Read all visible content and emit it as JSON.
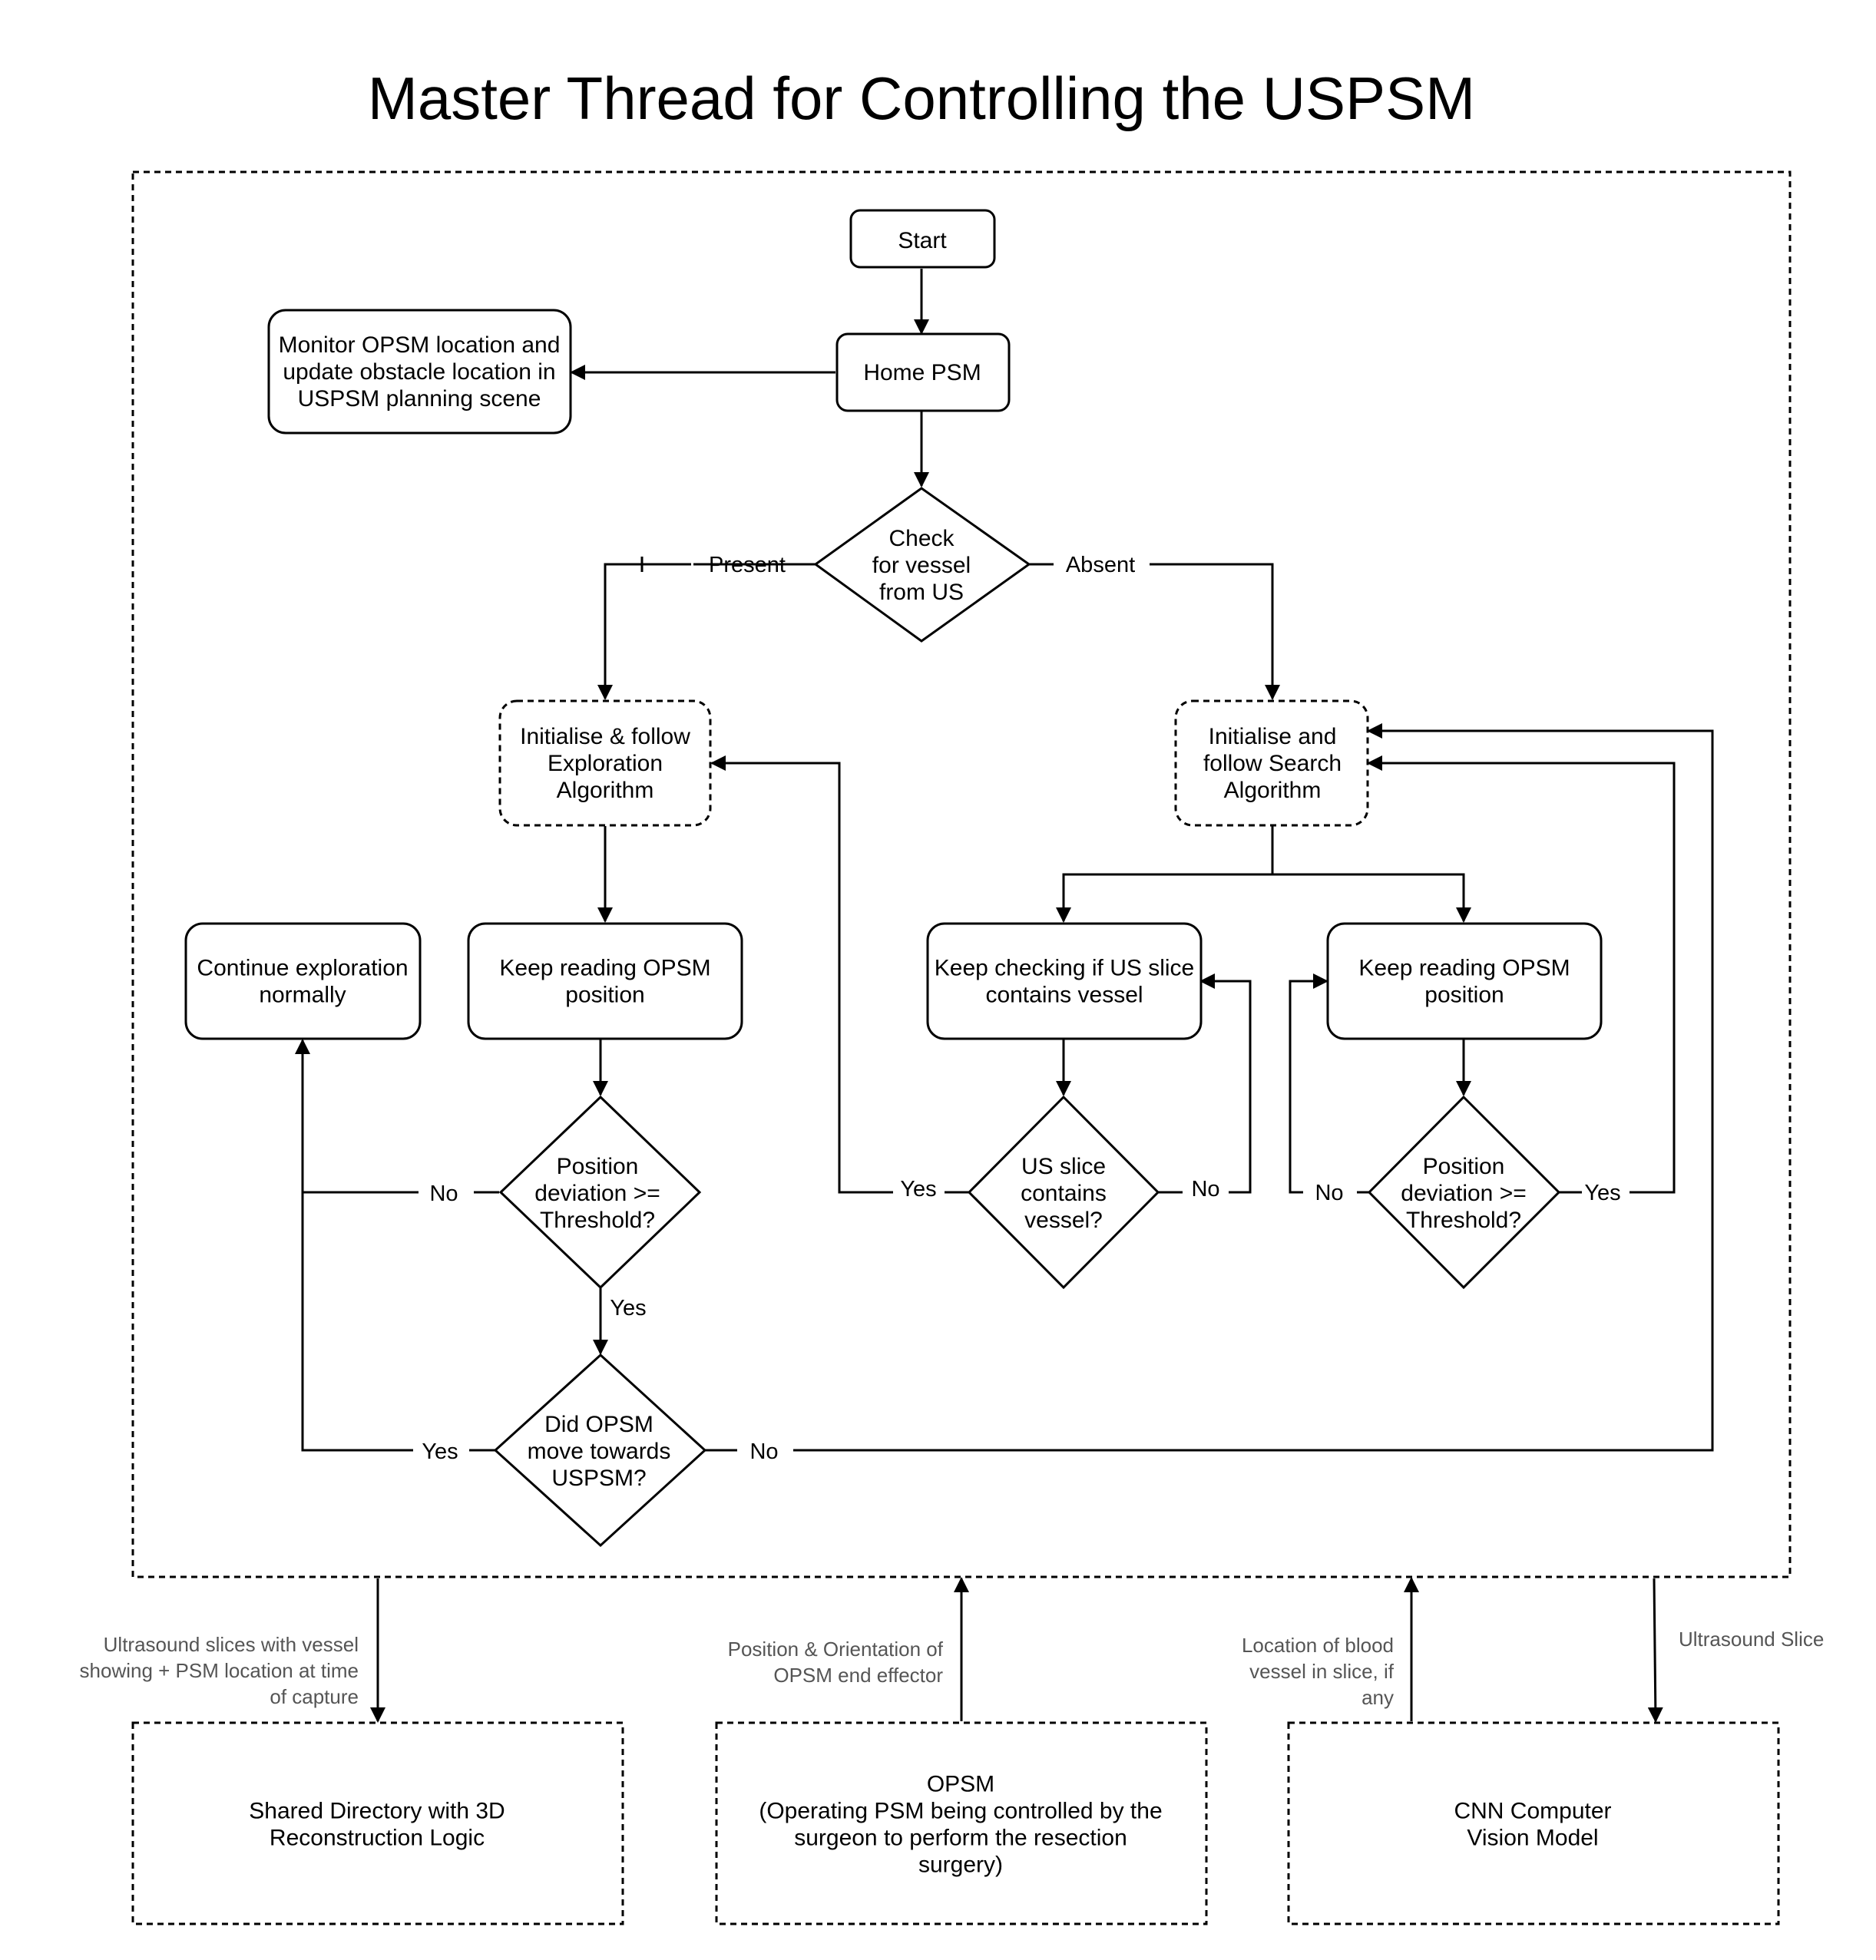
{
  "title": "Master Thread for Controlling the USPSM",
  "nodes": {
    "start": [
      "Start"
    ],
    "home_psm": [
      "Home PSM"
    ],
    "monitor_opsm": [
      "Monitor OPSM location and",
      "update obstacle location in",
      "USPSM planning scene"
    ],
    "check_vessel": [
      "Check",
      "for vessel",
      "from US"
    ],
    "exploration_algo": [
      "Initialise & follow",
      "Exploration",
      "Algorithm"
    ],
    "search_algo": [
      "Initialise and",
      "follow Search",
      "Algorithm"
    ],
    "continue_exploration": [
      "Continue exploration",
      "normally"
    ],
    "keep_reading_left": [
      "Keep reading OPSM",
      "position"
    ],
    "keep_checking_us": [
      "Keep checking if US slice",
      "contains vessel"
    ],
    "keep_reading_right": [
      "Keep reading OPSM",
      "position"
    ],
    "deviation_left": [
      "Position",
      "deviation >=",
      "Threshold?"
    ],
    "us_slice_contains": [
      "US slice",
      "contains",
      "vessel?"
    ],
    "deviation_right": [
      "Position",
      "deviation >=",
      "Threshold?"
    ],
    "did_opsm_move": [
      "Did OPSM",
      "move towards",
      "USPSM?"
    ],
    "shared_directory": [
      "Shared Directory with 3D",
      "Reconstruction Logic"
    ],
    "opsm": [
      "OPSM",
      "(Operating PSM being controlled by the",
      "surgeon to perform the resection",
      "surgery)"
    ],
    "cnn_model": [
      "CNN Computer",
      "Vision Model"
    ]
  },
  "edge_labels": {
    "present": "Present",
    "absent": "Absent",
    "no_left": "No",
    "yes_left_down": "Yes",
    "yes_us": "Yes",
    "no_us": "No",
    "no_right": "No",
    "yes_right": "Yes",
    "yes_move": "Yes",
    "no_move": "No"
  },
  "flow_notes": {
    "ultrasound_slices": [
      "Ultrasound slices with vessel",
      "showing + PSM location at time",
      "of capture"
    ],
    "position_orientation": [
      "Position & Orientation of",
      "OPSM end effector"
    ],
    "blood_vessel_location": [
      "Location of blood",
      "vessel in slice, if",
      "any"
    ],
    "ultrasound_slice": [
      "Ultrasound Slice"
    ]
  }
}
